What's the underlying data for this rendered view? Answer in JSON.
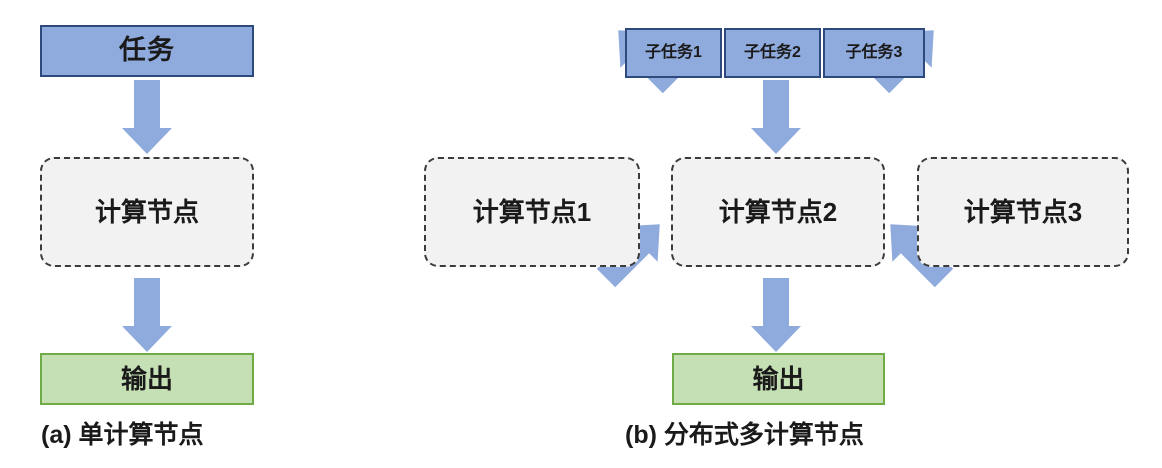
{
  "figure": {
    "title": "",
    "background_color": "#ffffff",
    "colors": {
      "task_fill": "#8FAADC",
      "task_border": "#2E4A7D",
      "compute_fill": "#F2F2F2",
      "compute_border": "#3B3B3B",
      "output_fill": "#C5E0B4",
      "output_border": "#6FAC46",
      "arrow_fill": "#8FAADC"
    }
  },
  "panel_a": {
    "caption": "(a) 单计算节点",
    "task": {
      "label": "任务"
    },
    "compute": {
      "label": "计算节点"
    },
    "output": {
      "label": "输出"
    },
    "arrows": [
      {
        "name": "task-to-compute",
        "direction": "down"
      },
      {
        "name": "compute-to-output",
        "direction": "down"
      }
    ]
  },
  "panel_b": {
    "caption": "(b) 分布式多计算节点",
    "subtasks": [
      {
        "label": "子任务1"
      },
      {
        "label": "子任务2"
      },
      {
        "label": "子任务3"
      }
    ],
    "computes": [
      {
        "label": "计算节点1"
      },
      {
        "label": "计算节点2"
      },
      {
        "label": "计算节点3"
      }
    ],
    "output": {
      "label": "输出"
    },
    "arrows": [
      {
        "name": "subtask1-to-compute1",
        "direction": "down-left"
      },
      {
        "name": "subtask2-to-compute2",
        "direction": "down"
      },
      {
        "name": "subtask3-to-compute3",
        "direction": "down-right"
      },
      {
        "name": "compute1-to-output",
        "direction": "down-right"
      },
      {
        "name": "compute2-to-output",
        "direction": "down"
      },
      {
        "name": "compute3-to-output",
        "direction": "down-left"
      }
    ]
  }
}
